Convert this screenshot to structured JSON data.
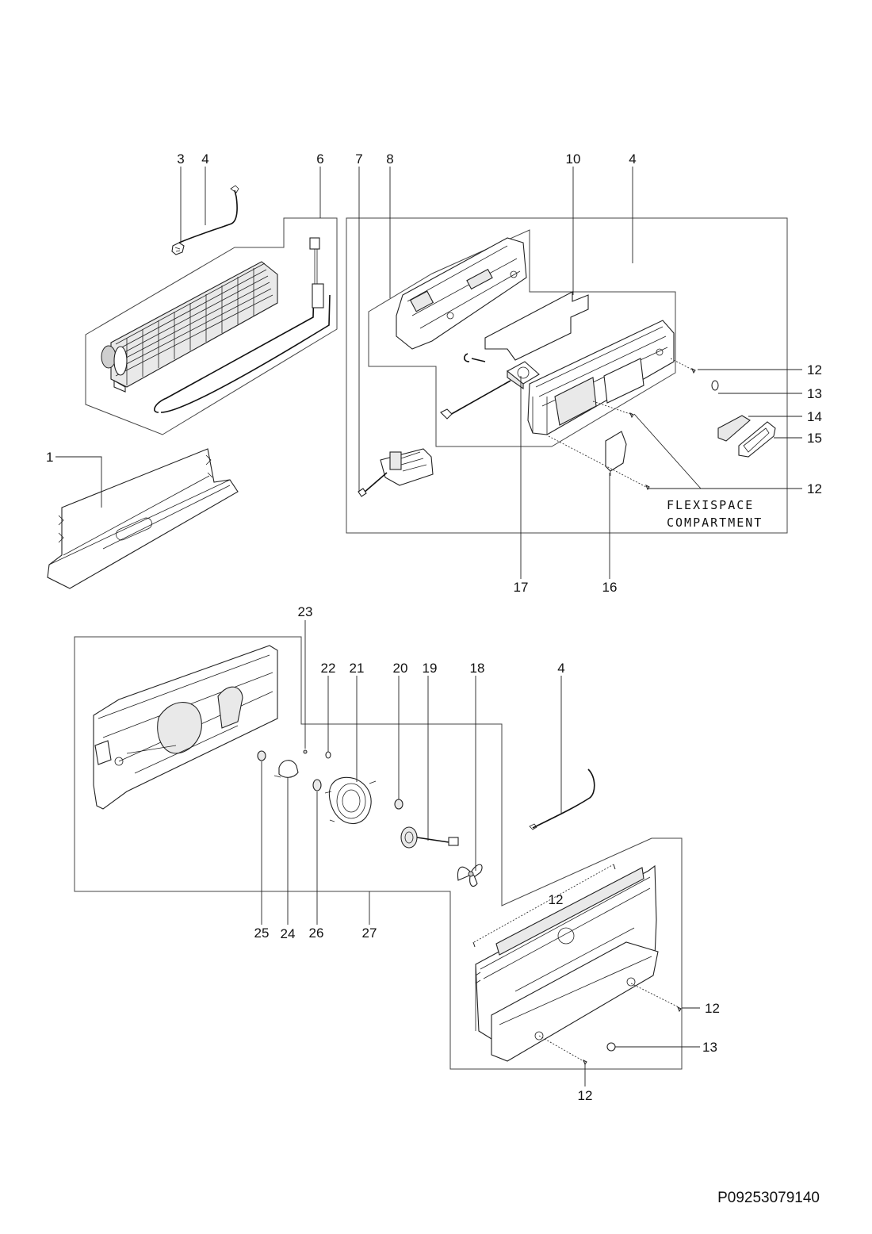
{
  "callouts": {
    "c1": "1",
    "c3": "3",
    "c4a": "4",
    "c6": "6",
    "c7": "7",
    "c8": "8",
    "c10": "10",
    "c4b": "4",
    "c12a": "12",
    "c13a": "13",
    "c14": "14",
    "c15": "15",
    "c12b": "12",
    "c17": "17",
    "c16": "16",
    "c23": "23",
    "c22": "22",
    "c21": "21",
    "c20": "20",
    "c19": "19",
    "c18": "18",
    "c4c": "4",
    "c12c": "12",
    "c25": "25",
    "c24": "24",
    "c26": "26",
    "c27": "27",
    "c12d": "12",
    "c13b": "13",
    "c12e": "12"
  },
  "note": {
    "line1": "FLEXISPACE",
    "line2": "COMPARTMENT"
  },
  "drawing_code": "P09253079140"
}
